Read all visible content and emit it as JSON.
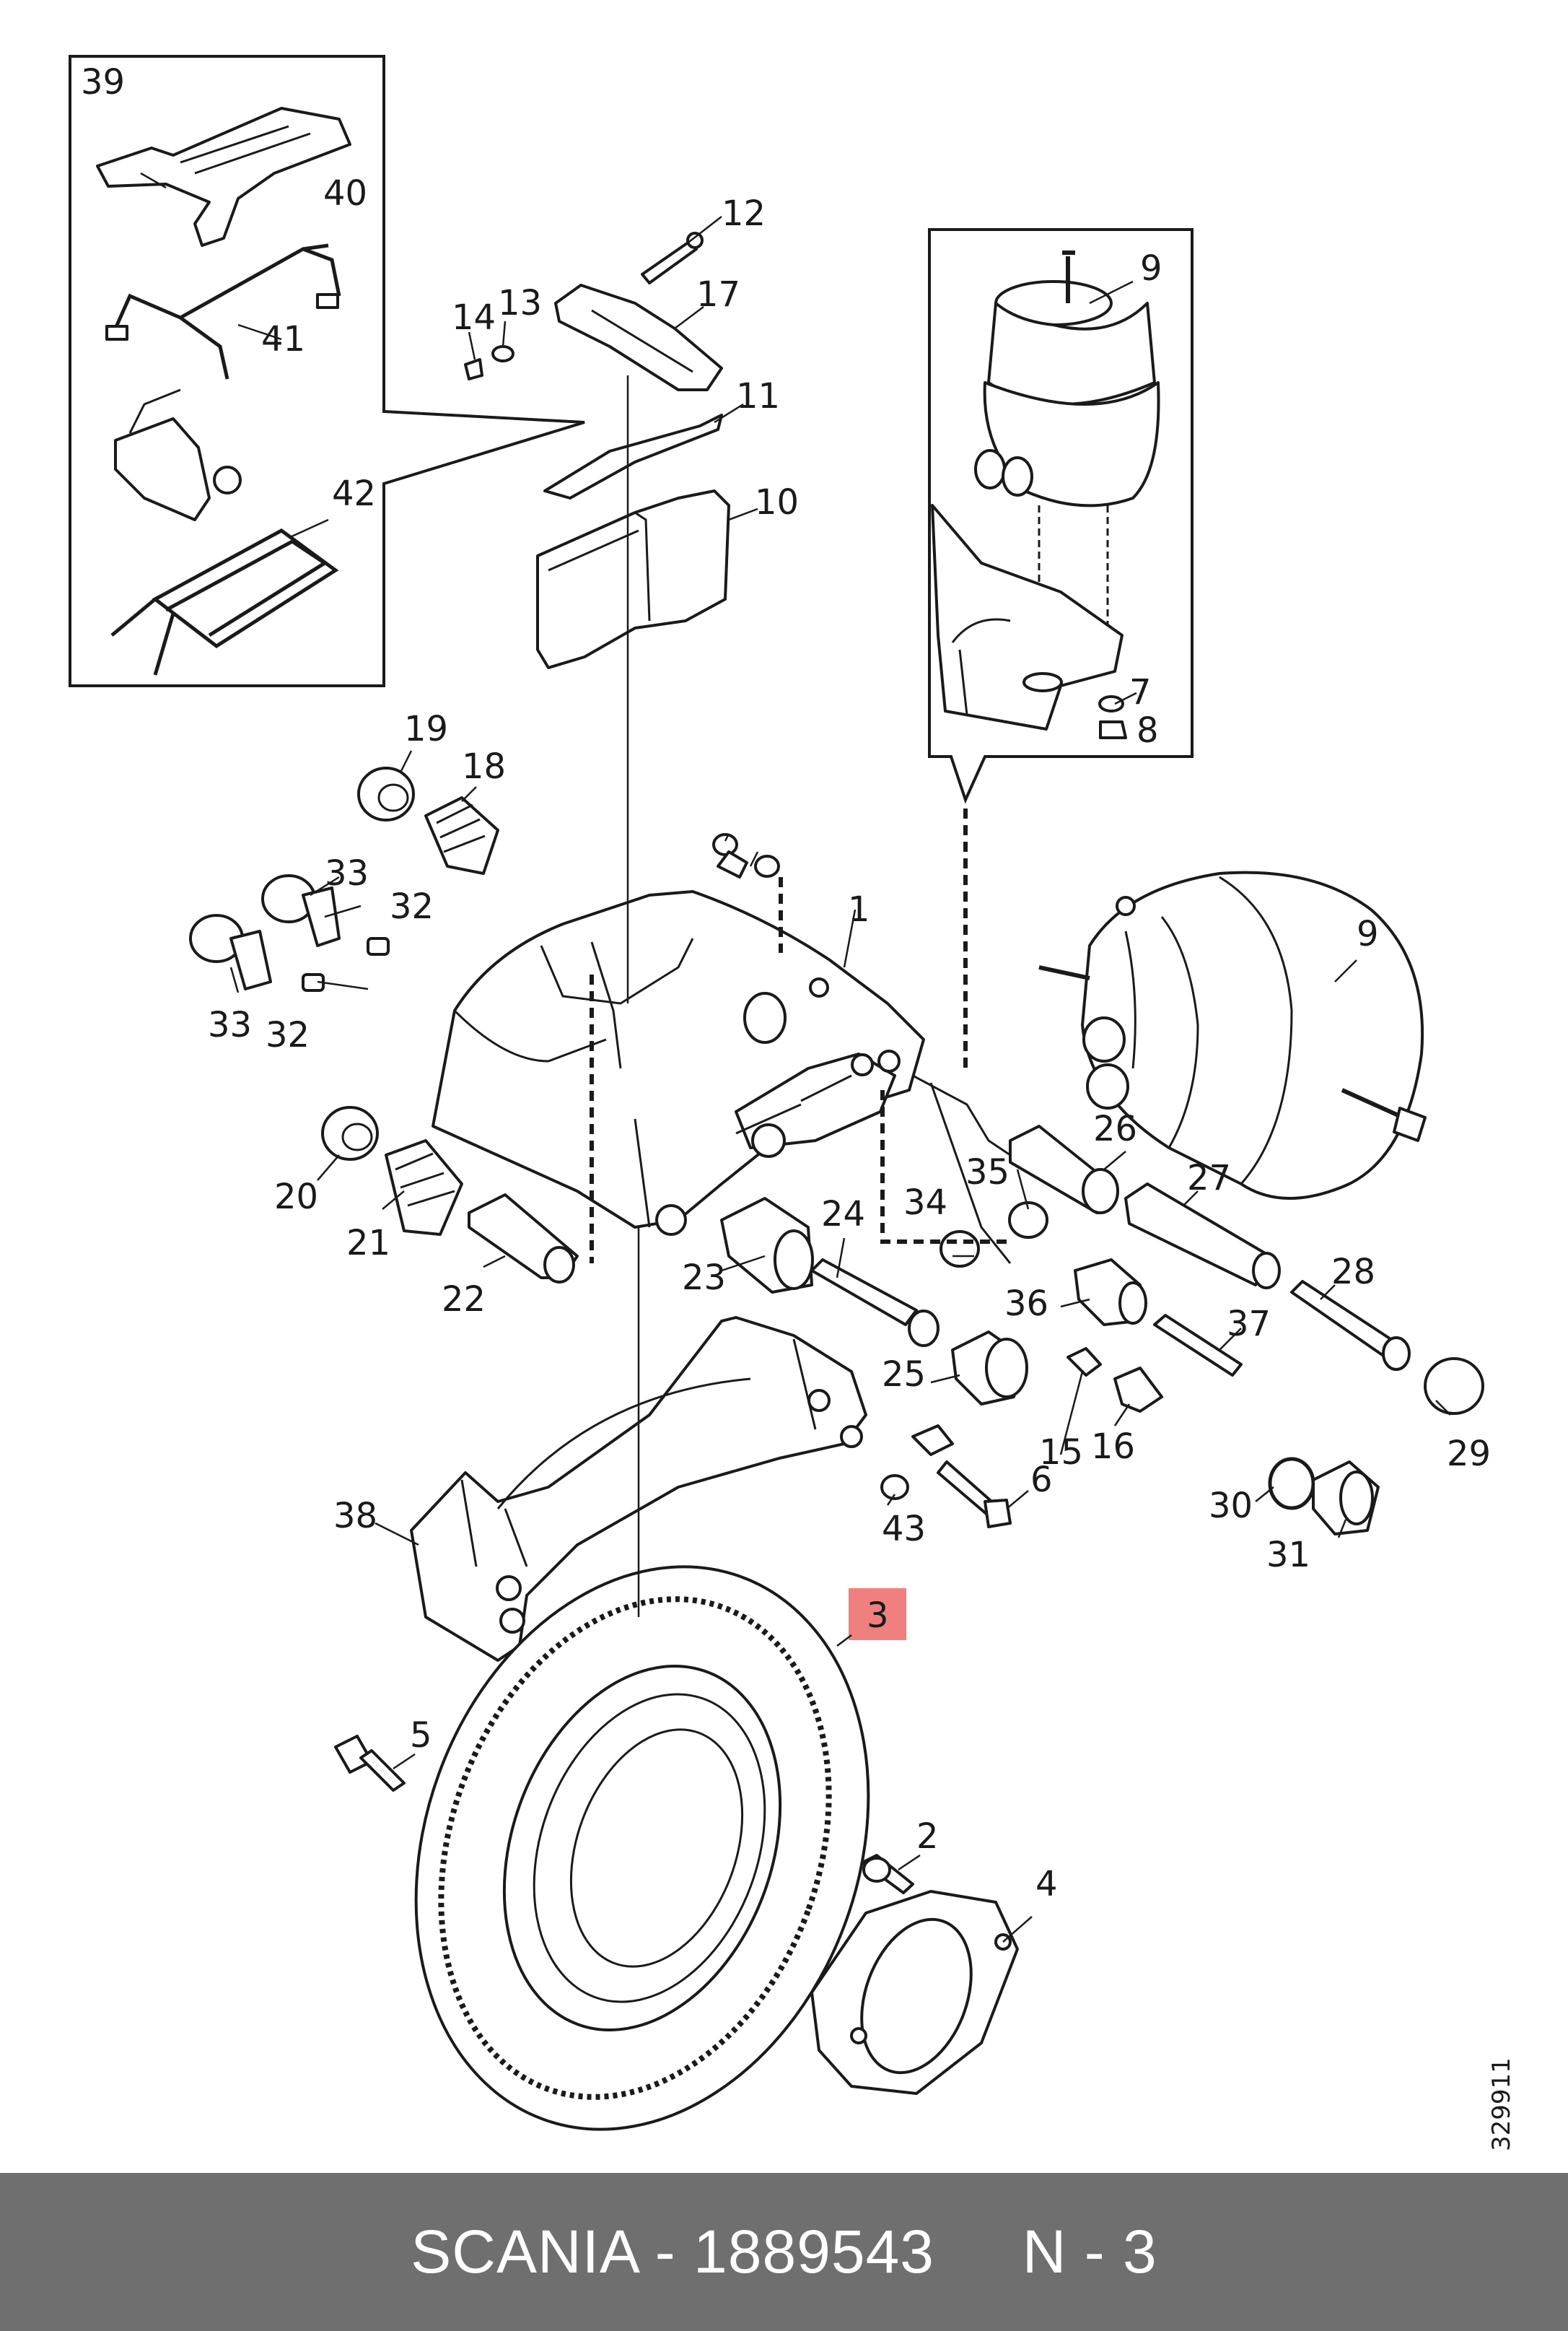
{
  "diagram": {
    "callouts": [
      "1",
      "2",
      "3",
      "4",
      "5",
      "6",
      "7",
      "8",
      "9",
      "10",
      "11",
      "12",
      "13",
      "14",
      "15",
      "16",
      "17",
      "18",
      "19",
      "20",
      "21",
      "22",
      "23",
      "24",
      "25",
      "26",
      "27",
      "28",
      "29",
      "30",
      "31",
      "32",
      "33",
      "34",
      "35",
      "36",
      "37",
      "38",
      "39",
      "40",
      "41",
      "42",
      "43"
    ],
    "highlighted_callout": "3",
    "highlight_color": "#f08080",
    "drawing_number": "329911"
  },
  "footer": {
    "text": "SCANIA - 1889543     N - 3",
    "background_color": "#6f6f6f"
  }
}
